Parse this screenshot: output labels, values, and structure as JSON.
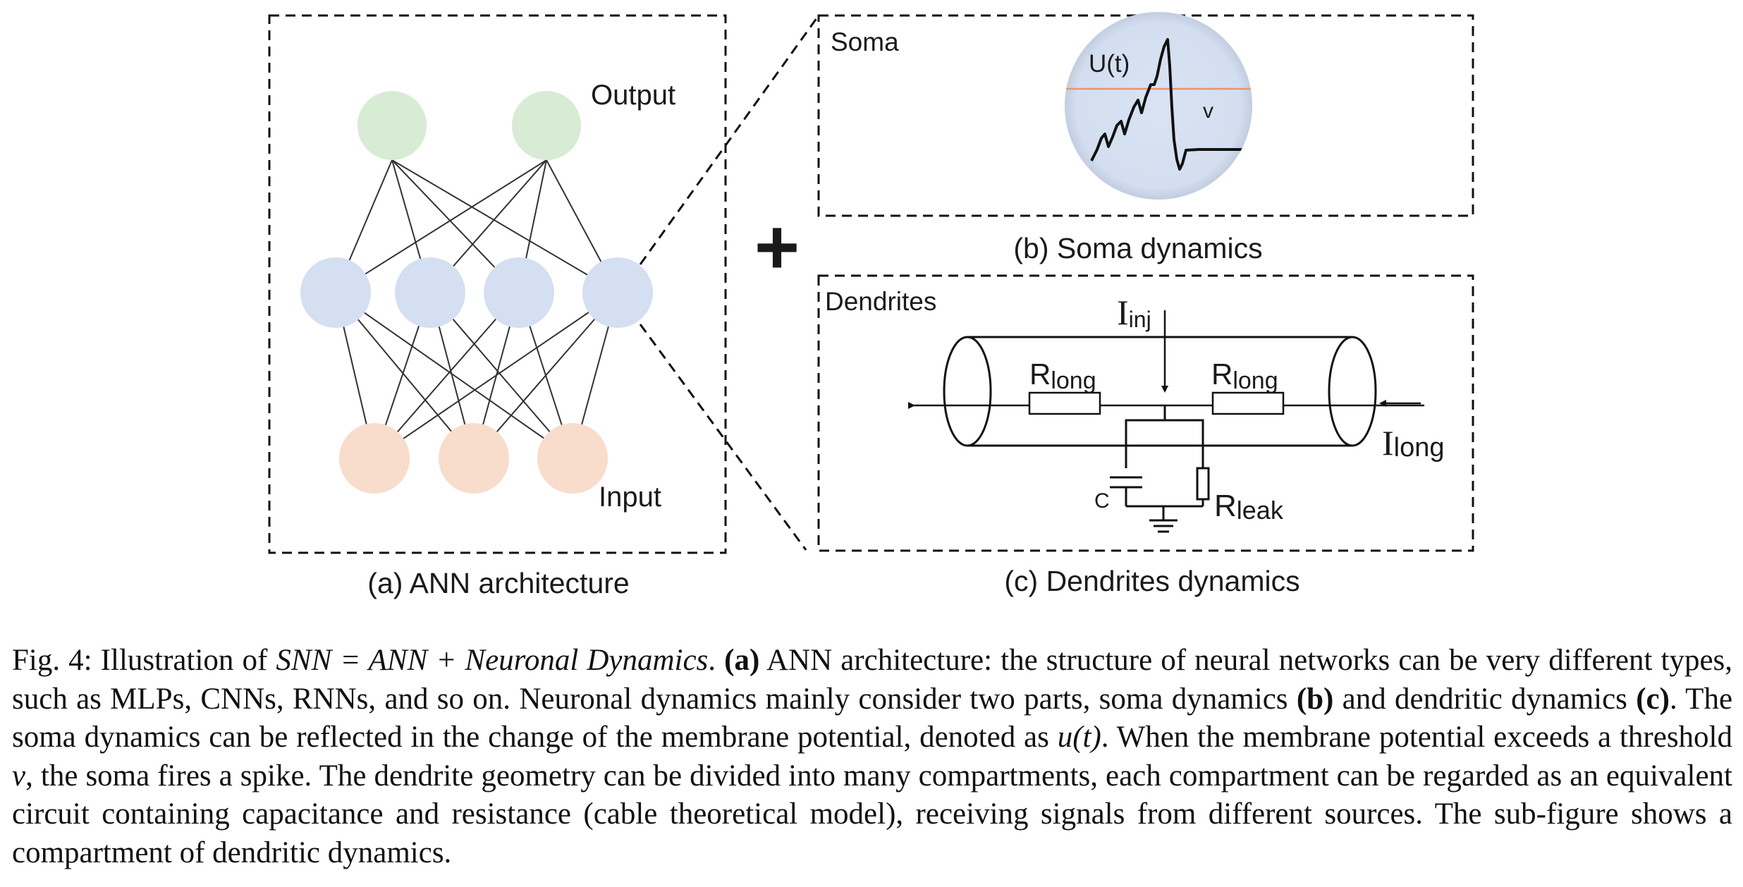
{
  "figure": {
    "panel_a": {
      "output_label": "Output",
      "input_label": "Input",
      "caption": "(a) ANN architecture",
      "layers": {
        "output_nodes": 2,
        "hidden_nodes": 4,
        "input_nodes": 3
      },
      "colors": {
        "output": "#d8ebd4",
        "hidden": "#d4dff2",
        "input": "#f8dccc"
      }
    },
    "plus_sign": "+",
    "panel_b": {
      "title": "Soma",
      "potential_label": "U(t)",
      "threshold_label": "v",
      "caption": "(b) Soma dynamics",
      "colors": {
        "background": "#d5e0f1",
        "threshold": "#e8956b"
      }
    },
    "panel_c": {
      "title": "Dendrites",
      "r_long": "R",
      "r_long_sub": "long",
      "i_inj": "I",
      "i_inj_sub": "inj",
      "i_long": "I",
      "i_long_sub": "long",
      "capacitor": "C",
      "r_leak": "R",
      "r_leak_sub": "leak",
      "caption": "(c) Dendrites dynamics"
    }
  },
  "caption": {
    "fig_label": "Fig. 4:",
    "intro": "Illustration of",
    "equation": "SNN = ANN + Neuronal Dynamics",
    "a_ref": "(a)",
    "a_text": "ANN architecture: the structure of neural networks can be very different types, such as MLPs, CNNs, RNNs, and so on. Neuronal dynamics mainly consider two parts, soma dynamics",
    "b_ref": "(b)",
    "b_text": "and dendritic dynamics",
    "c_ref": "(c)",
    "c_text": ". The soma dynamics can be reflected in the change of the membrane potential, denoted as",
    "u_t": "u(t)",
    "threshold_text": ". When the membrane potential exceeds a threshold",
    "v": "v",
    "rest": ", the soma fires a spike. The dendrite geometry can be divided into many compartments, each compartment can be regarded as an equivalent circuit containing capacitance and resistance (cable theoretical model), receiving signals from different sources. The sub-figure shows a compartment of dendritic dynamics."
  }
}
